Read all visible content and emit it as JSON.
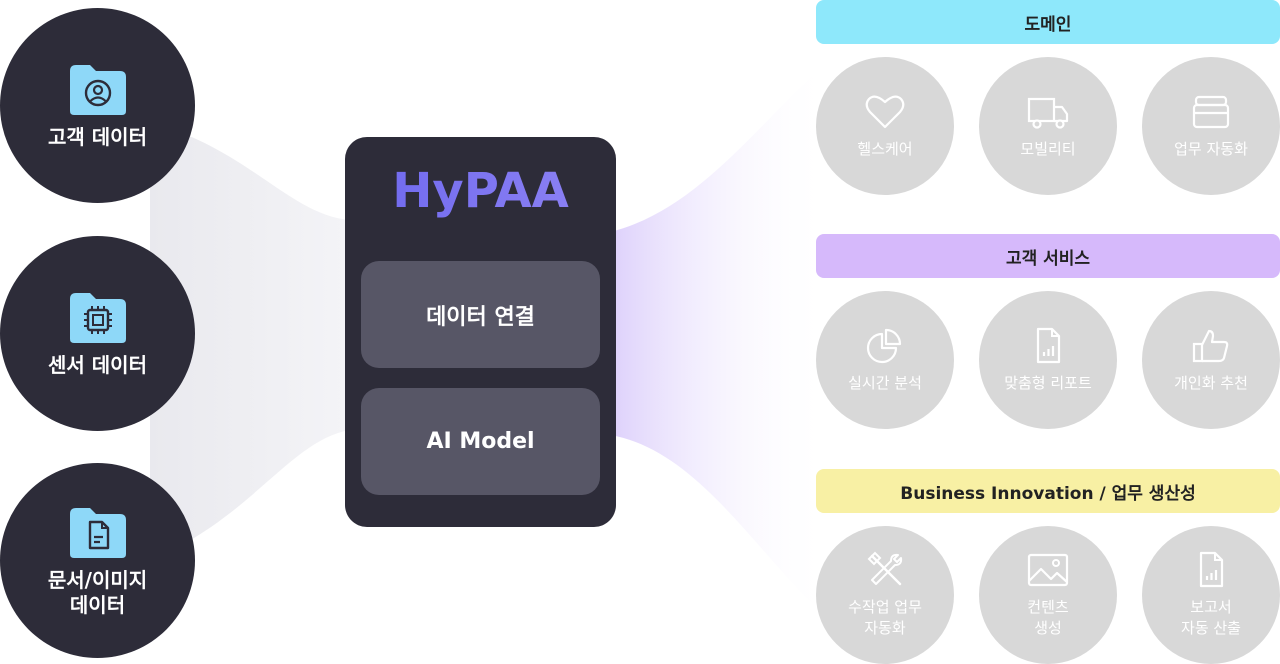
{
  "sources": [
    {
      "label": "고객 데이터",
      "icon": "user-folder-icon"
    },
    {
      "label": "센서 데이터",
      "icon": "chip-folder-icon"
    },
    {
      "label": "문서/이미지\n데이터",
      "icon": "document-folder-icon"
    }
  ],
  "hub": {
    "title": "HyPAA",
    "box1": "데이터 연결",
    "box2": "AI Model"
  },
  "groups": [
    {
      "title": "도메인",
      "color": "#8ee8fb",
      "items": [
        {
          "label": "헬스케어",
          "icon": "heart-icon"
        },
        {
          "label": "모빌리티",
          "icon": "truck-icon"
        },
        {
          "label": "업무 자동화",
          "icon": "archive-icon"
        }
      ]
    },
    {
      "title": "고객 서비스",
      "color": "#d6b9fb",
      "items": [
        {
          "label": "실시간 분석",
          "icon": "pie-chart-icon"
        },
        {
          "label": "맞춤형 리포트",
          "icon": "report-icon"
        },
        {
          "label": "개인화 추천",
          "icon": "thumbs-up-icon"
        }
      ]
    },
    {
      "title": "Business Innovation / 업무 생산성",
      "color": "#f8f0a4",
      "items": [
        {
          "label": "수작업 업무\n자동화",
          "icon": "tools-icon"
        },
        {
          "label": "컨텐츠\n생성",
          "icon": "image-icon"
        },
        {
          "label": "보고서\n자동 산출",
          "icon": "chart-document-icon"
        }
      ]
    }
  ]
}
